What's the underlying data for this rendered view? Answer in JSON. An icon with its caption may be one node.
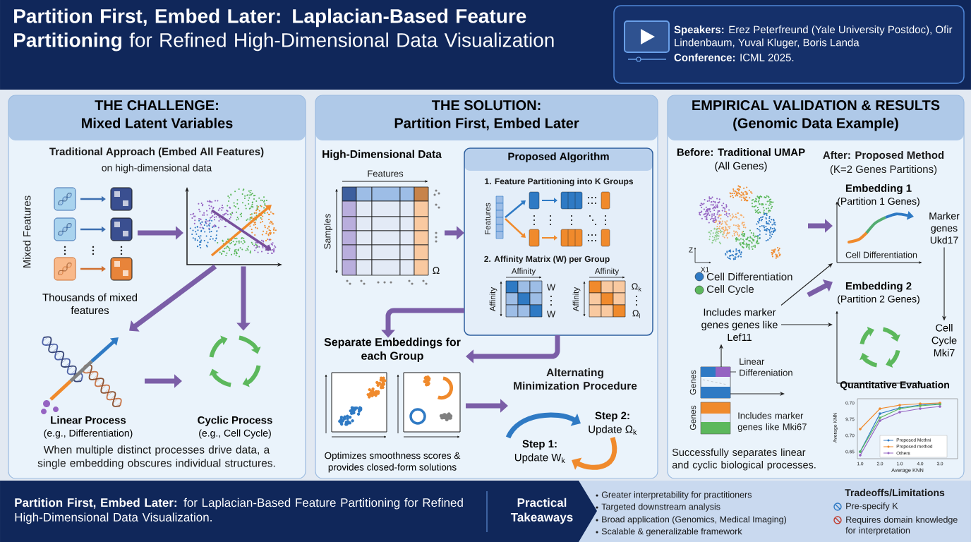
{
  "diagram": {
    "title": "**Partition First, Embed Later: Laplacian-Based Feature Partitioning** for Refined High-Dimensional Data Visualization",
    "nodes": [
      {
        "text": [
          "**Speakers:** Erez Peterfreund (Yale University Postdoc), Ofir Lindenbaum, Yuval Kluger, Boris Landa",
          "**Conference:** ICML 2025."
        ]
      },
      {
        "text": [
          "THE CHALLENGE:",
          "Mixed Latent Variables"
        ]
      },
      {
        "text": [
          "Thousands of mixed features"
        ],
        "beside": [
          "Mixed Features"
        ],
        "in": 1
      },
      {
        "text": [],
        "shape": "picture",
        "in": 1
      },
      {
        "text": [
          "Linear Process",
          "(e.g., Differentiation)"
        ],
        "in": 1
      },
      {
        "text": [
          "Cyclic Process",
          "(e.g., Cell Cycle)"
        ],
        "in": 1
      },
      {
        "text": [
          "THE SOLUTION:",
          "Partition First, Embed Later"
        ]
      },
      {
        "text": [
          "High-Dimensional Data"
        ],
        "in": 6
      },
      {
        "text": [
          "Proposed Algorithm"
        ],
        "in": 6
      },
      {
        "text": [
          "Separate Embeddings for each Group",
          "Optimizes smoothness scores & provides closed-form solutions"
        ],
        "in": 6
      },
      {
        "text": [
          "Step 2:",
          "Update Ω$_{k}$"
        ],
        "in": 6
      },
      {
        "text": [
          "Step 1:",
          "Update W$_{k}$"
        ],
        "in": 6
      },
      {
        "text": [
          "EMPIRICAL VALIDATION & RESULTS",
          "(Genomic Data Example)"
        ]
      },
      {
        "text": [
          "Before: Traditional UMAP",
          "(All Genes)"
        ],
        "in": 12
      },
      {
        "text": [
          "Embedding 1",
          "(Partition 1 Genes)"
        ],
        "in": 12
      },
      {
        "text": [
          "Marker genes Ukd17"
        ],
        "in": 12
      },
      {
        "text": [
          "Embedding 2",
          "(Partition 2 Genes)"
        ],
        "in": 12
      },
      {
        "text": [
          "Cell Cycle Mki7"
        ],
        "in": 12
      },
      {
        "text": [
          "Includes marker genes genes like Lef11"
        ],
        "in": 12
      },
      {
        "text": [],
        "shape": "bar",
        "in": 12
      },
      {
        "text": [
          "Quantitative Evaluation"
        ],
        "in": 12
      }
    ],
    "edges": [
      {
        "from": 2,
        "to": 3,
        "arrow": "to"
      },
      {
        "from": 3,
        "to": 4,
        "arrow": "to"
      },
      {
        "from": 3,
        "to": 5,
        "arrow": "to"
      },
      {
        "from": 4,
        "to": 5,
        "arrow": "to"
      },
      {
        "from": 7,
        "to": 8,
        "arrow": "to"
      },
      {
        "from": 8,
        "to": 9,
        "arrow": "to"
      },
      {
        "from": 8,
        "to": 9,
        "arrow": "to"
      },
      {
        "from": 9,
        "to": 11,
        "arrow": "to"
      },
      {
        "from": 11,
        "to": 10,
        "arrow": "to",
        "color": "#2f7ac4"
      },
      {
        "from": 10,
        "to": 11,
        "arrow": "to",
        "color": "#f08a2c"
      },
      {
        "from": 13,
        "to": 14,
        "arrow": "to"
      },
      {
        "from": 13,
        "to": 16,
        "arrow": "to"
      },
      {
        "from": 15,
        "to": 17,
        "arrow": "to",
        "color": "#222222"
      },
      {
        "from": 18,
        "to": 14,
        "arrow": "to",
        "color": "#222222"
      },
      {
        "from": 18,
        "to": 16,
        "arrow": "to",
        "color": "#222222"
      },
      {
        "from": 19,
        "to": 18,
        "arrow": "to",
        "color": "#222222"
      },
      {
        "from": 19,
        "to": null,
        "arrow": "to",
        "color": "#222222"
      }
    ],
    "labels": [
      "Traditional Approach (Embed All Features)",
      "on high-dimensional data",
      "When multiple distinct processes drive data, a single embedding obscures individual structures.",
      "Features",
      "Samples",
      "Ω",
      "1. Feature Partitioning into K Groups",
      "Features",
      "2. Affinity Matrix (W) per Group",
      "Affinity",
      "Affinity",
      "W",
      "W",
      "Affinity",
      "Affinity",
      "Ω$_{k}$",
      "Ω$_{l}$",
      "Alternating Minimization Procedure",
      "Z",
      "X1",
      "After: Proposed Method",
      "(K=2 Genes Partitions)",
      "Cell Differentiation",
      "Genes",
      "Linear Differeniation",
      "Genes",
      "Includes marker genes like Mki67",
      "Successfully separates linear and cyclic biological processes.",
      "0.70",
      "9.75",
      "0.70",
      "0.65",
      "Average KNN",
      "1.0",
      "2.0",
      "1.0",
      "4.0",
      "3.0",
      "Average KNN",
      "**Partition First, Embed Later:** for Laplacian-Based Feature Partitioning for Refined High-Dimensional Data Visualization.",
      "Practical Takeaways",
      "Greater interpretability for practitioners",
      "Targeted downstream analysis",
      "Broad application (Genomics, Medical Imaging)",
      "Scalable & generalizable framework",
      "Tradeoffs/Limitations",
      "Pre-specify K",
      "Requires domain knowledge for interpretation"
    ],
    "legend": [
      {
        "text": "Cell Differentiation",
        "color": "#2f7ac4"
      },
      {
        "text": "Cell Cycle",
        "color": "#5cb85c"
      },
      {
        "text": "Proposed Methni"
      },
      {
        "text": "Proposed method"
      },
      {
        "text": "Others"
      }
    ]
  }
}
